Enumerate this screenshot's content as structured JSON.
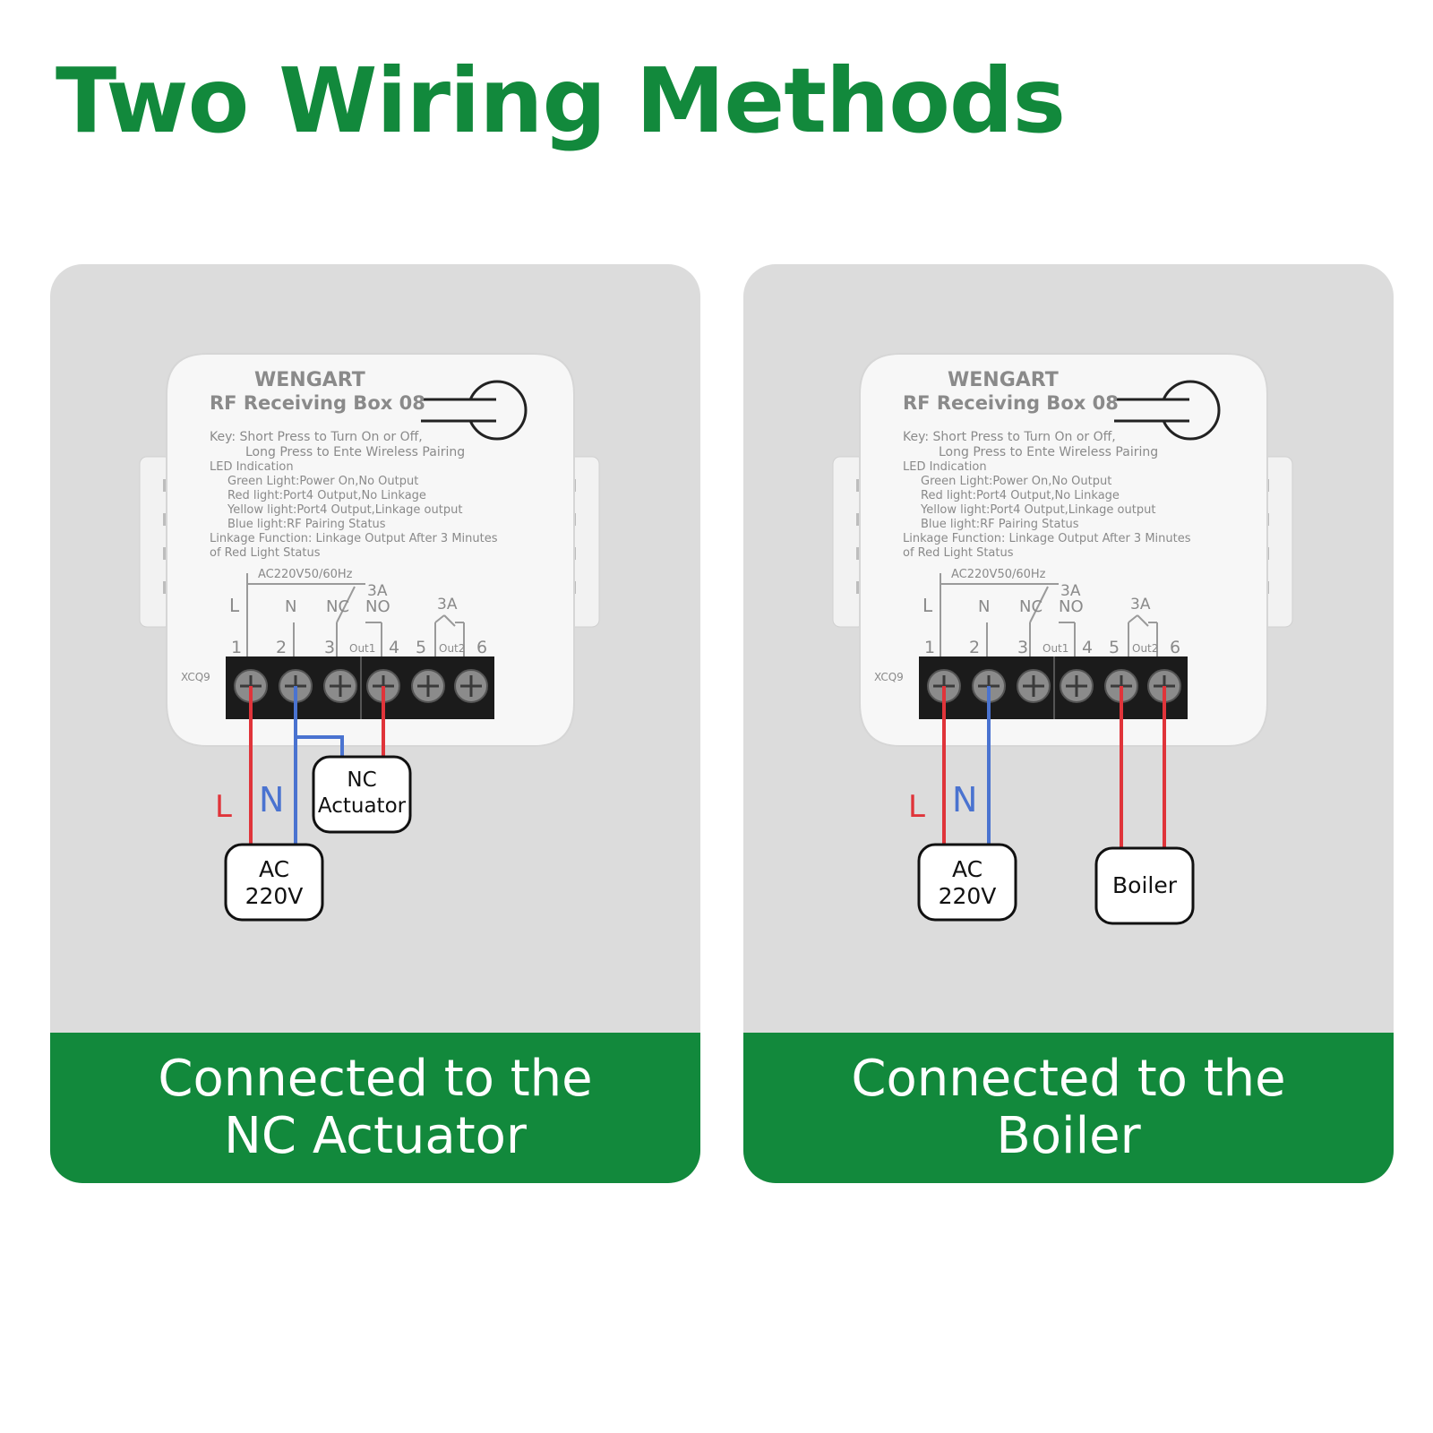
{
  "title": "Two Wiring Methods",
  "colors": {
    "accent": "#12893c",
    "panel": "#dcdcdc",
    "live_wire": "#e0343a",
    "neutral_wire": "#4a73d0"
  },
  "module": {
    "brand": "WENGART",
    "model": "RF Receiving Box 08",
    "key_line1": "Key: Short Press to Turn On or Off,",
    "key_line2": "Long Press to Ente  Wireless Pairing",
    "led_title": "LED Indication",
    "led_green": "Green Light:Power On,No Output",
    "led_red": "Red light:Port4 Output,No Linkage",
    "led_yellow": "Yellow light:Port4 Output,Linkage output",
    "led_blue": "Blue light:RF Pairing Status",
    "linkage1": "Linkage Function: Linkage Output After 3 Minutes",
    "linkage2": "of Red Light Status",
    "ac_label": "AC220V50/60Hz",
    "term_l": "L",
    "term_n": "N",
    "term_nc": "NC",
    "term_no": "NO",
    "rating1": "3A",
    "rating2": "3A",
    "out1": "Out1",
    "out2": "Out2",
    "num1": "1",
    "num2": "2",
    "num3": "3",
    "num4": "4",
    "num5": "5",
    "num6": "6",
    "code": "XCQ9"
  },
  "panels": [
    {
      "wire_l": "L",
      "wire_n": "N",
      "ac_line1": "AC",
      "ac_line2": "220V",
      "device_line1": "NC",
      "device_line2": "Actuator",
      "caption_line1": "Connected to the",
      "caption_line2": "NC Actuator"
    },
    {
      "wire_l": "L",
      "wire_n": "N",
      "ac_line1": "AC",
      "ac_line2": "220V",
      "device_line1": "Boiler",
      "caption_line1": "Connected to the",
      "caption_line2": "Boiler"
    }
  ]
}
